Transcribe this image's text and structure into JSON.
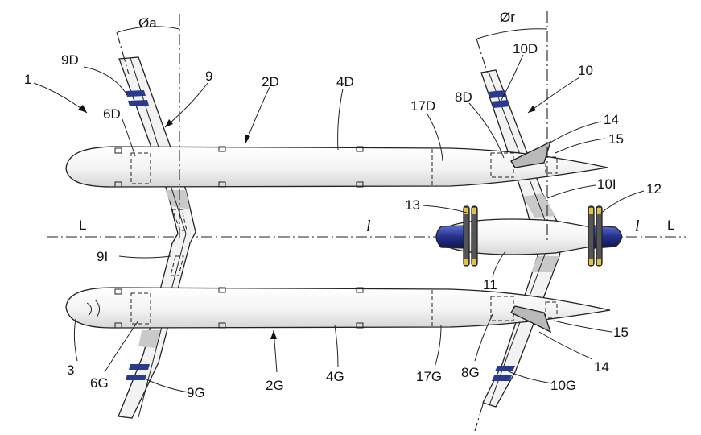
{
  "colors": {
    "stripe": "#2a3b8f",
    "nacelle": "#24308a",
    "blade_tip": "#e2c34a",
    "body_fill": "#f4f4f4",
    "shade": "#c9c9c9"
  },
  "labels": {
    "angle_a": "Øa",
    "angle_r": "Ør",
    "n1": "1",
    "n9D": "9D",
    "n9": "9",
    "n2D": "2D",
    "n4D": "4D",
    "n6D": "6D",
    "n17D": "17D",
    "n8D": "8D",
    "n10D": "10D",
    "n10": "10",
    "n14_top": "14",
    "n15_top": "15",
    "n10I": "10I",
    "n12": "12",
    "n13": "13",
    "L_left": "L",
    "l_left": "l",
    "l_right": "l",
    "L_right": "L",
    "n9I": "9I",
    "n11": "11",
    "n15_bottom": "15",
    "n14_bottom": "14",
    "n3": "3",
    "n6G": "6G",
    "n9G": "9G",
    "n2G": "2G",
    "n4G": "4G",
    "n17G": "17G",
    "n8G": "8G",
    "n10G": "10G"
  }
}
